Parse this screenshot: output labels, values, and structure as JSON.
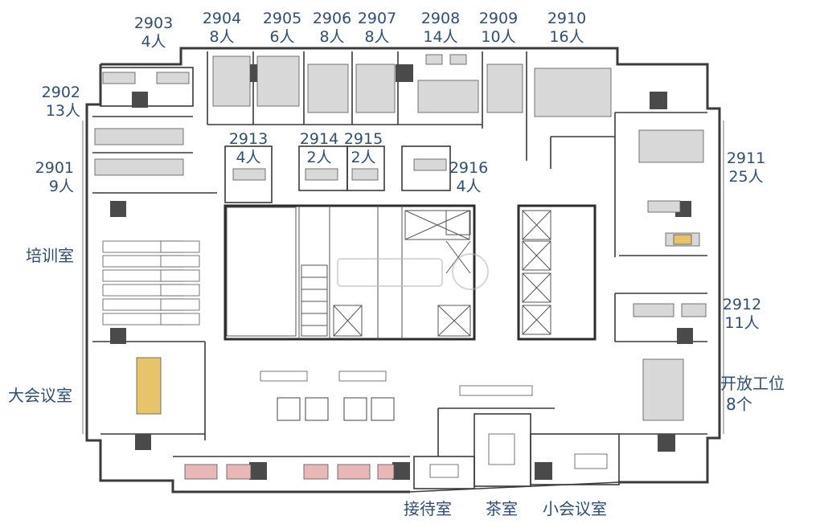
{
  "rooms": {
    "r2901": {
      "number": "2901",
      "capacity": "9人"
    },
    "r2902": {
      "number": "2902",
      "capacity": "13人"
    },
    "r2903": {
      "number": "2903",
      "capacity": "4人"
    },
    "r2904": {
      "number": "2904",
      "capacity": "8人"
    },
    "r2905": {
      "number": "2905",
      "capacity": "6人"
    },
    "r2906": {
      "number": "2906",
      "capacity": "8人"
    },
    "r2907": {
      "number": "2907",
      "capacity": "8人"
    },
    "r2908": {
      "number": "2908",
      "capacity": "14人"
    },
    "r2909": {
      "number": "2909",
      "capacity": "10人"
    },
    "r2910": {
      "number": "2910",
      "capacity": "16人"
    },
    "r2911": {
      "number": "2911",
      "capacity": "25人"
    },
    "r2912": {
      "number": "2912",
      "capacity": "11人"
    },
    "r2913": {
      "number": "2913",
      "capacity": "4人"
    },
    "r2914": {
      "number": "2914",
      "capacity": "2人"
    },
    "r2915": {
      "number": "2915",
      "capacity": "2人"
    },
    "r2916": {
      "number": "2916",
      "capacity": "4人"
    }
  },
  "areas": {
    "training": "培训室",
    "large_meeting": "大会议室",
    "open_desks": "开放工位",
    "open_desks_count": "8个",
    "reception": "接待室",
    "tea_room": "茶室",
    "small_meeting": "小会议室"
  },
  "colors": {
    "label": "#2f4f74",
    "wall": "#3a3a3a",
    "desk": "#d8d8d8",
    "column": "#4a4a4a",
    "table_wood": "#e7c46a",
    "counter_pink": "#e8b7b7"
  }
}
